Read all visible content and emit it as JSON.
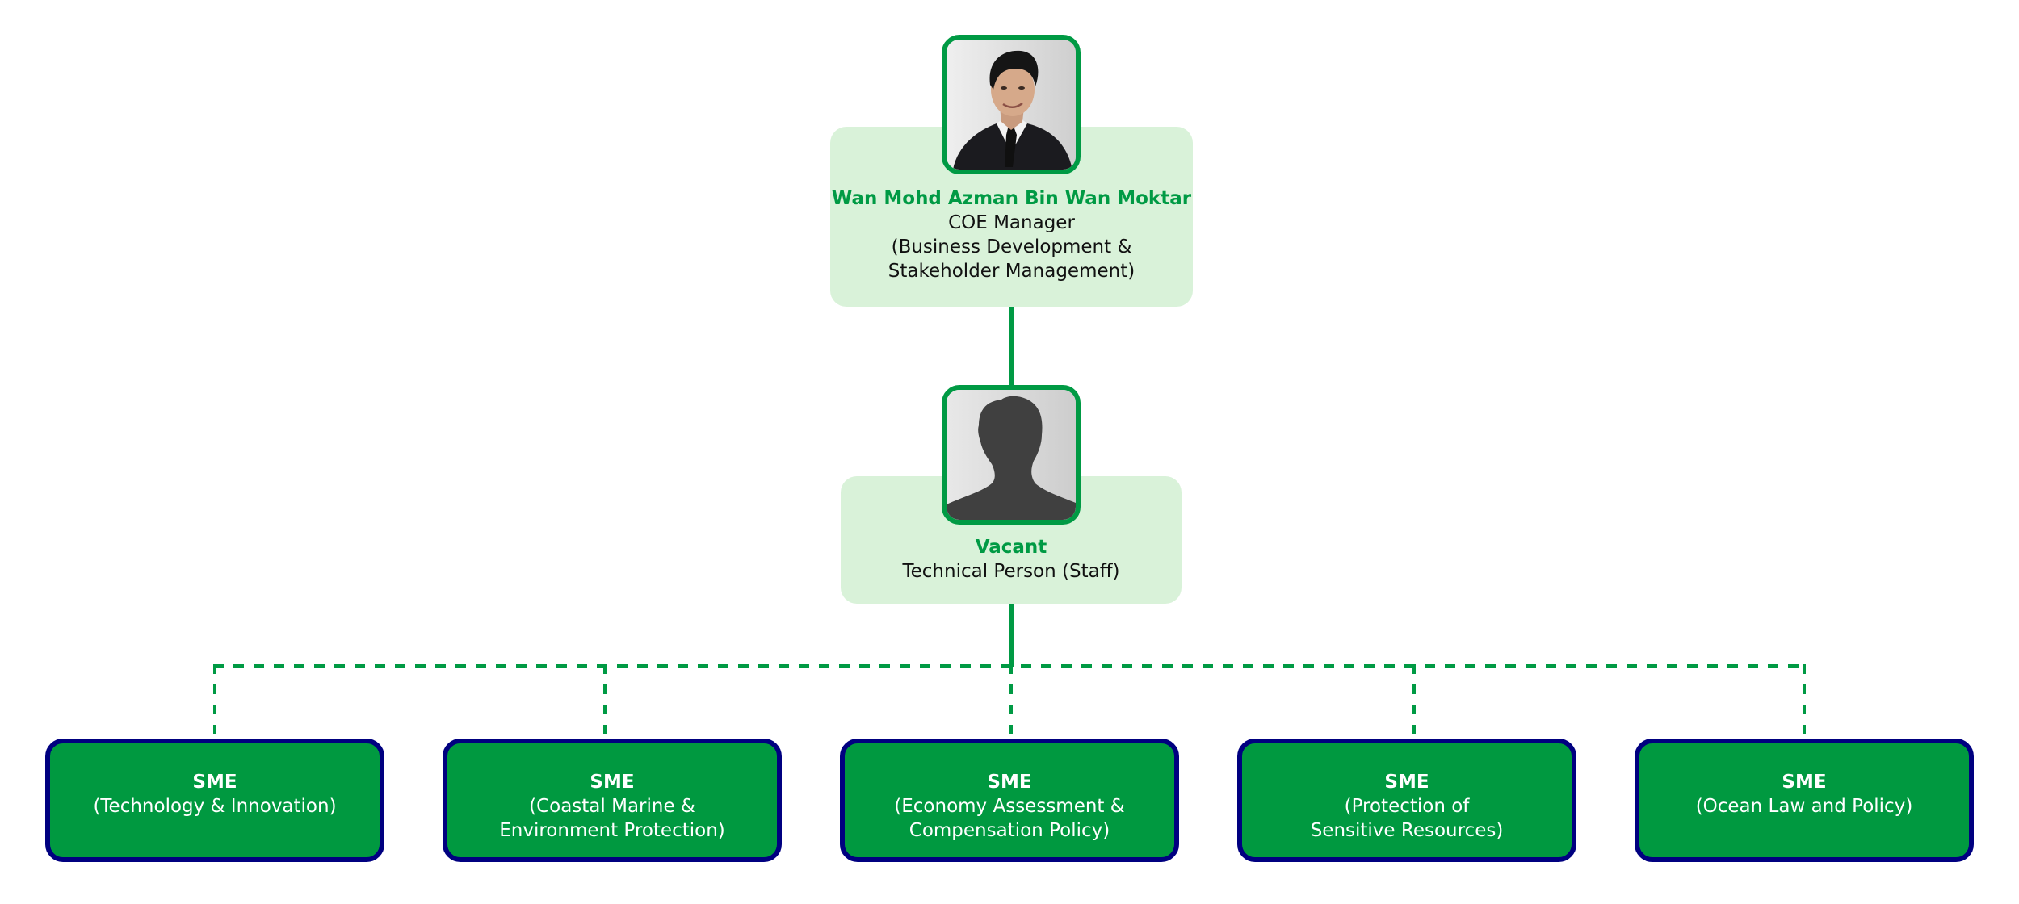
{
  "chart": {
    "root": {
      "name": "Wan Mohd Azman Bin Wan Moktar",
      "title_lines": [
        "COE Manager",
        "(Business Development &",
        "Stakeholder Management)"
      ],
      "photo": "person-photo"
    },
    "level2": {
      "name": "Vacant",
      "title_lines": [
        "Technical Person (Staff)"
      ],
      "photo": "person-silhouette-icon"
    },
    "smes": [
      {
        "title": "SME",
        "lines": [
          "(Technology & Innovation)"
        ]
      },
      {
        "title": "SME",
        "lines": [
          "(Coastal Marine &",
          "Environment Protection)"
        ]
      },
      {
        "title": "SME",
        "lines": [
          "(Economy Assessment &",
          "Compensation Policy)"
        ]
      },
      {
        "title": "SME",
        "lines": [
          "(Protection of",
          "Sensitive Resources)"
        ]
      },
      {
        "title": "SME",
        "lines": [
          "(Ocean Law and Policy)"
        ]
      }
    ]
  },
  "colors": {
    "accent_green": "#009a44",
    "sme_fill": "#009940",
    "sme_border": "#000080",
    "card_fill": "#d9f2d9",
    "silhouette": "#404040"
  }
}
